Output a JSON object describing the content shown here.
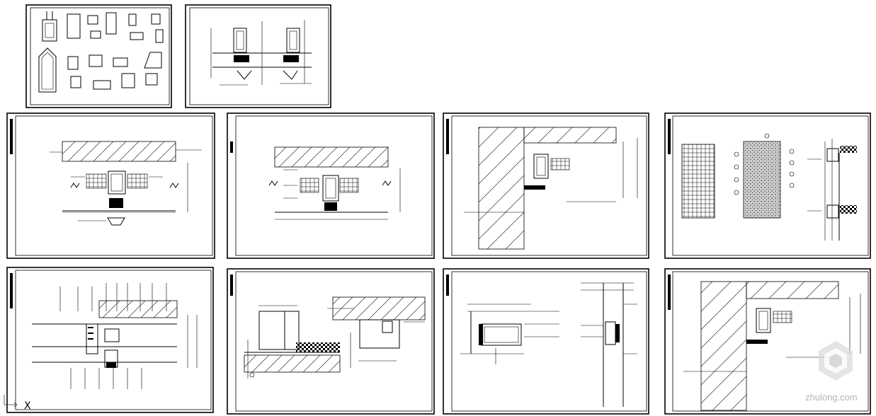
{
  "drawing_set": {
    "sheet_count": 10,
    "sheets": [
      {
        "id": "sheet-1",
        "content": "aluminium-profile-sections"
      },
      {
        "id": "sheet-2",
        "content": "mullion-elevation-details"
      },
      {
        "id": "sheet-3",
        "content": "horizontal-joint-section"
      },
      {
        "id": "sheet-4",
        "content": "horizontal-joint-section-b"
      },
      {
        "id": "sheet-5",
        "content": "corner-wall-section"
      },
      {
        "id": "sheet-6",
        "content": "panel-grid-elevation"
      },
      {
        "id": "sheet-7",
        "content": "vertical-node-section"
      },
      {
        "id": "sheet-8",
        "content": "sill-and-transom-section"
      },
      {
        "id": "sheet-9",
        "content": "bracket-connection-section"
      },
      {
        "id": "sheet-10",
        "content": "corner-wall-section-b"
      }
    ]
  },
  "watermark": {
    "text": "zhulong.com",
    "icon": "zhulong-logo-icon",
    "color": "#b5b5b5"
  },
  "ucs_marker": {
    "label": "X",
    "icon": "ucs-axis-icon"
  },
  "colors": {
    "line": "#000000",
    "background": "#ffffff"
  }
}
